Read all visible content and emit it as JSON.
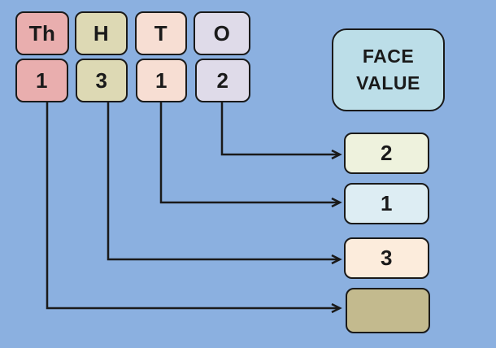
{
  "background": "#8bb0e0",
  "line_color": "#1a1a1a",
  "place_columns": [
    {
      "label": "Th",
      "digit": "1",
      "color": "#e9aeae"
    },
    {
      "label": "H",
      "digit": "3",
      "color": "#ddd9b4"
    },
    {
      "label": "T",
      "digit": "1",
      "color": "#f7ded3"
    },
    {
      "label": "O",
      "digit": "2",
      "color": "#dfdbe9"
    }
  ],
  "face_value_header": {
    "line1": "FACE",
    "line2": "VALUE",
    "color": "#bcdee8"
  },
  "face_value_results": [
    {
      "value": "2",
      "color": "#eef2dd"
    },
    {
      "value": "1",
      "color": "#ddedf3"
    },
    {
      "value": "3",
      "color": "#fcecdc"
    },
    {
      "value": "",
      "color": "#c3ba8e"
    }
  ]
}
